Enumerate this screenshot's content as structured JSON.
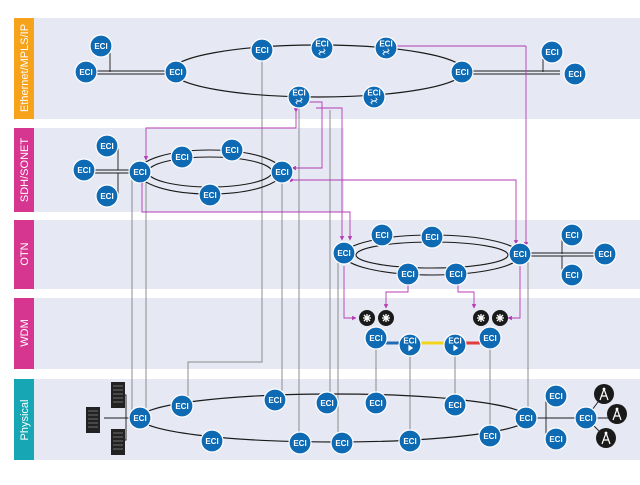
{
  "node_label": "ECI",
  "layers": [
    {
      "id": "ethernet",
      "label": "Ethernet/MPLS/IP",
      "color": "#f7a21b"
    },
    {
      "id": "sdh",
      "label": "SDH/SONET",
      "color": "#d6368f"
    },
    {
      "id": "otn",
      "label": "OTN",
      "color": "#d6368f"
    },
    {
      "id": "wdm",
      "label": "WDM",
      "color": "#d6368f"
    },
    {
      "id": "physical",
      "label": "Physical",
      "color": "#17a6b3"
    }
  ],
  "colors": {
    "band_background": "#e6e9f3",
    "node_fill": "#0f6ab4",
    "ring_line": "#1b1b1b",
    "logical_link": "#b43ab4",
    "physical_link": "#8c8c8c",
    "roadm_fill": "#1a1a1a",
    "wdm_lambda_yellow": "#f2d51b",
    "wdm_lambda_red": "#e23c3c",
    "wdm_lambda_blue": "#1f6bb5"
  }
}
